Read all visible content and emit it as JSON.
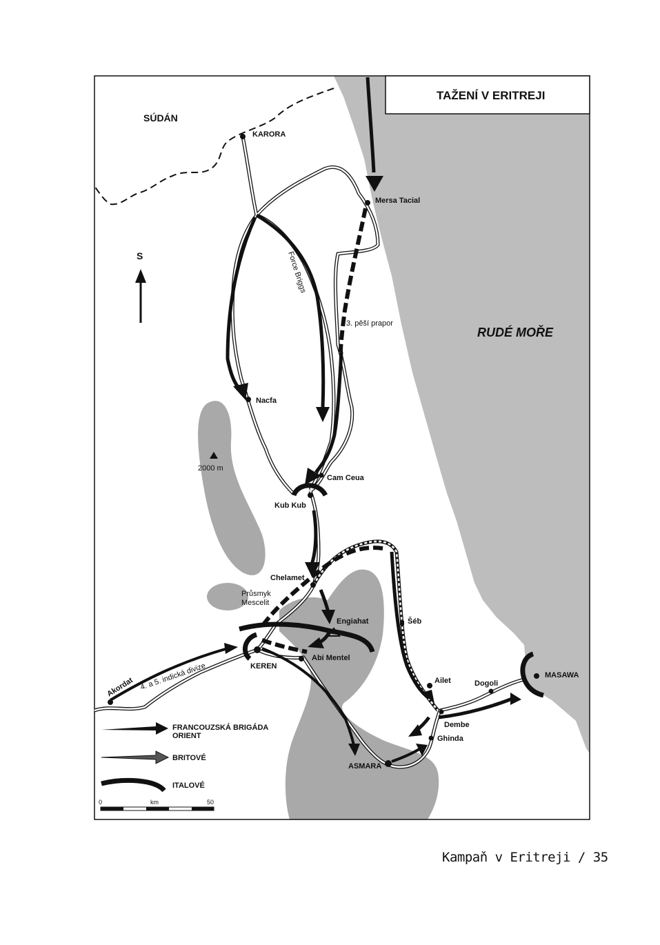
{
  "title": "TAŽENÍ V ERITREJI",
  "north_label": "S",
  "regions": {
    "sudan": "SÚDÁN",
    "red_sea": "RUDÉ MOŘE"
  },
  "places": {
    "karora": "KARORA",
    "mersa_tacial": "Mersa Tacial",
    "nacfa": "Nacfa",
    "peak": "2000 m",
    "cam_ceua": "Cam Ceua",
    "kub_kub": "Kub Kub",
    "chelamet": "Chelamet",
    "pass_1": "Průsmyk",
    "pass_2": "Mescelit",
    "engiahat": "Engiahat",
    "seb": "Šéb",
    "keren": "KEREN",
    "abi_mentel": "Abi Mentel",
    "akordat": "Akordat",
    "ailet": "Ailet",
    "dogoli": "Dogoli",
    "masawa": "MASAWA",
    "dembe": "Dembe",
    "ghinda": "Ghinda",
    "asmara": "ASMARA"
  },
  "units": {
    "force_briggs": "Force Briggs",
    "battalion_3": "3. pěší prapor",
    "indian_divisions": "4. a 5. indická divize"
  },
  "legend": {
    "french_1": "FRANCOUZSKÁ BRIGÁDA",
    "french_2": "ORIENT",
    "british": "BRITOVÉ",
    "italian": "ITALOVÉ"
  },
  "scale": {
    "min": "0",
    "unit": "km",
    "max": "50"
  },
  "footer": "Kampaň v Eritreji  /  35",
  "colors": {
    "land": "#ffffff",
    "sea": "#bdbdbd",
    "highland": "#a9a9a9",
    "ink": "#111111"
  }
}
